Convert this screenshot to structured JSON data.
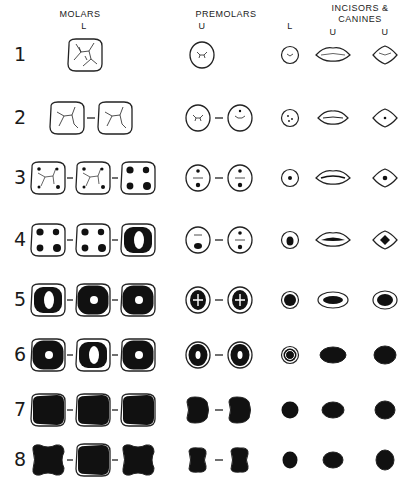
{
  "diagram": {
    "labels": [
      "MOLARS",
      "L",
      "PREMOLARS",
      "U",
      "L",
      "INCISORS & CANINES",
      "U",
      "U",
      "1",
      "2",
      "3",
      "4",
      "5",
      "6",
      "7",
      "8"
    ]
  }
}
